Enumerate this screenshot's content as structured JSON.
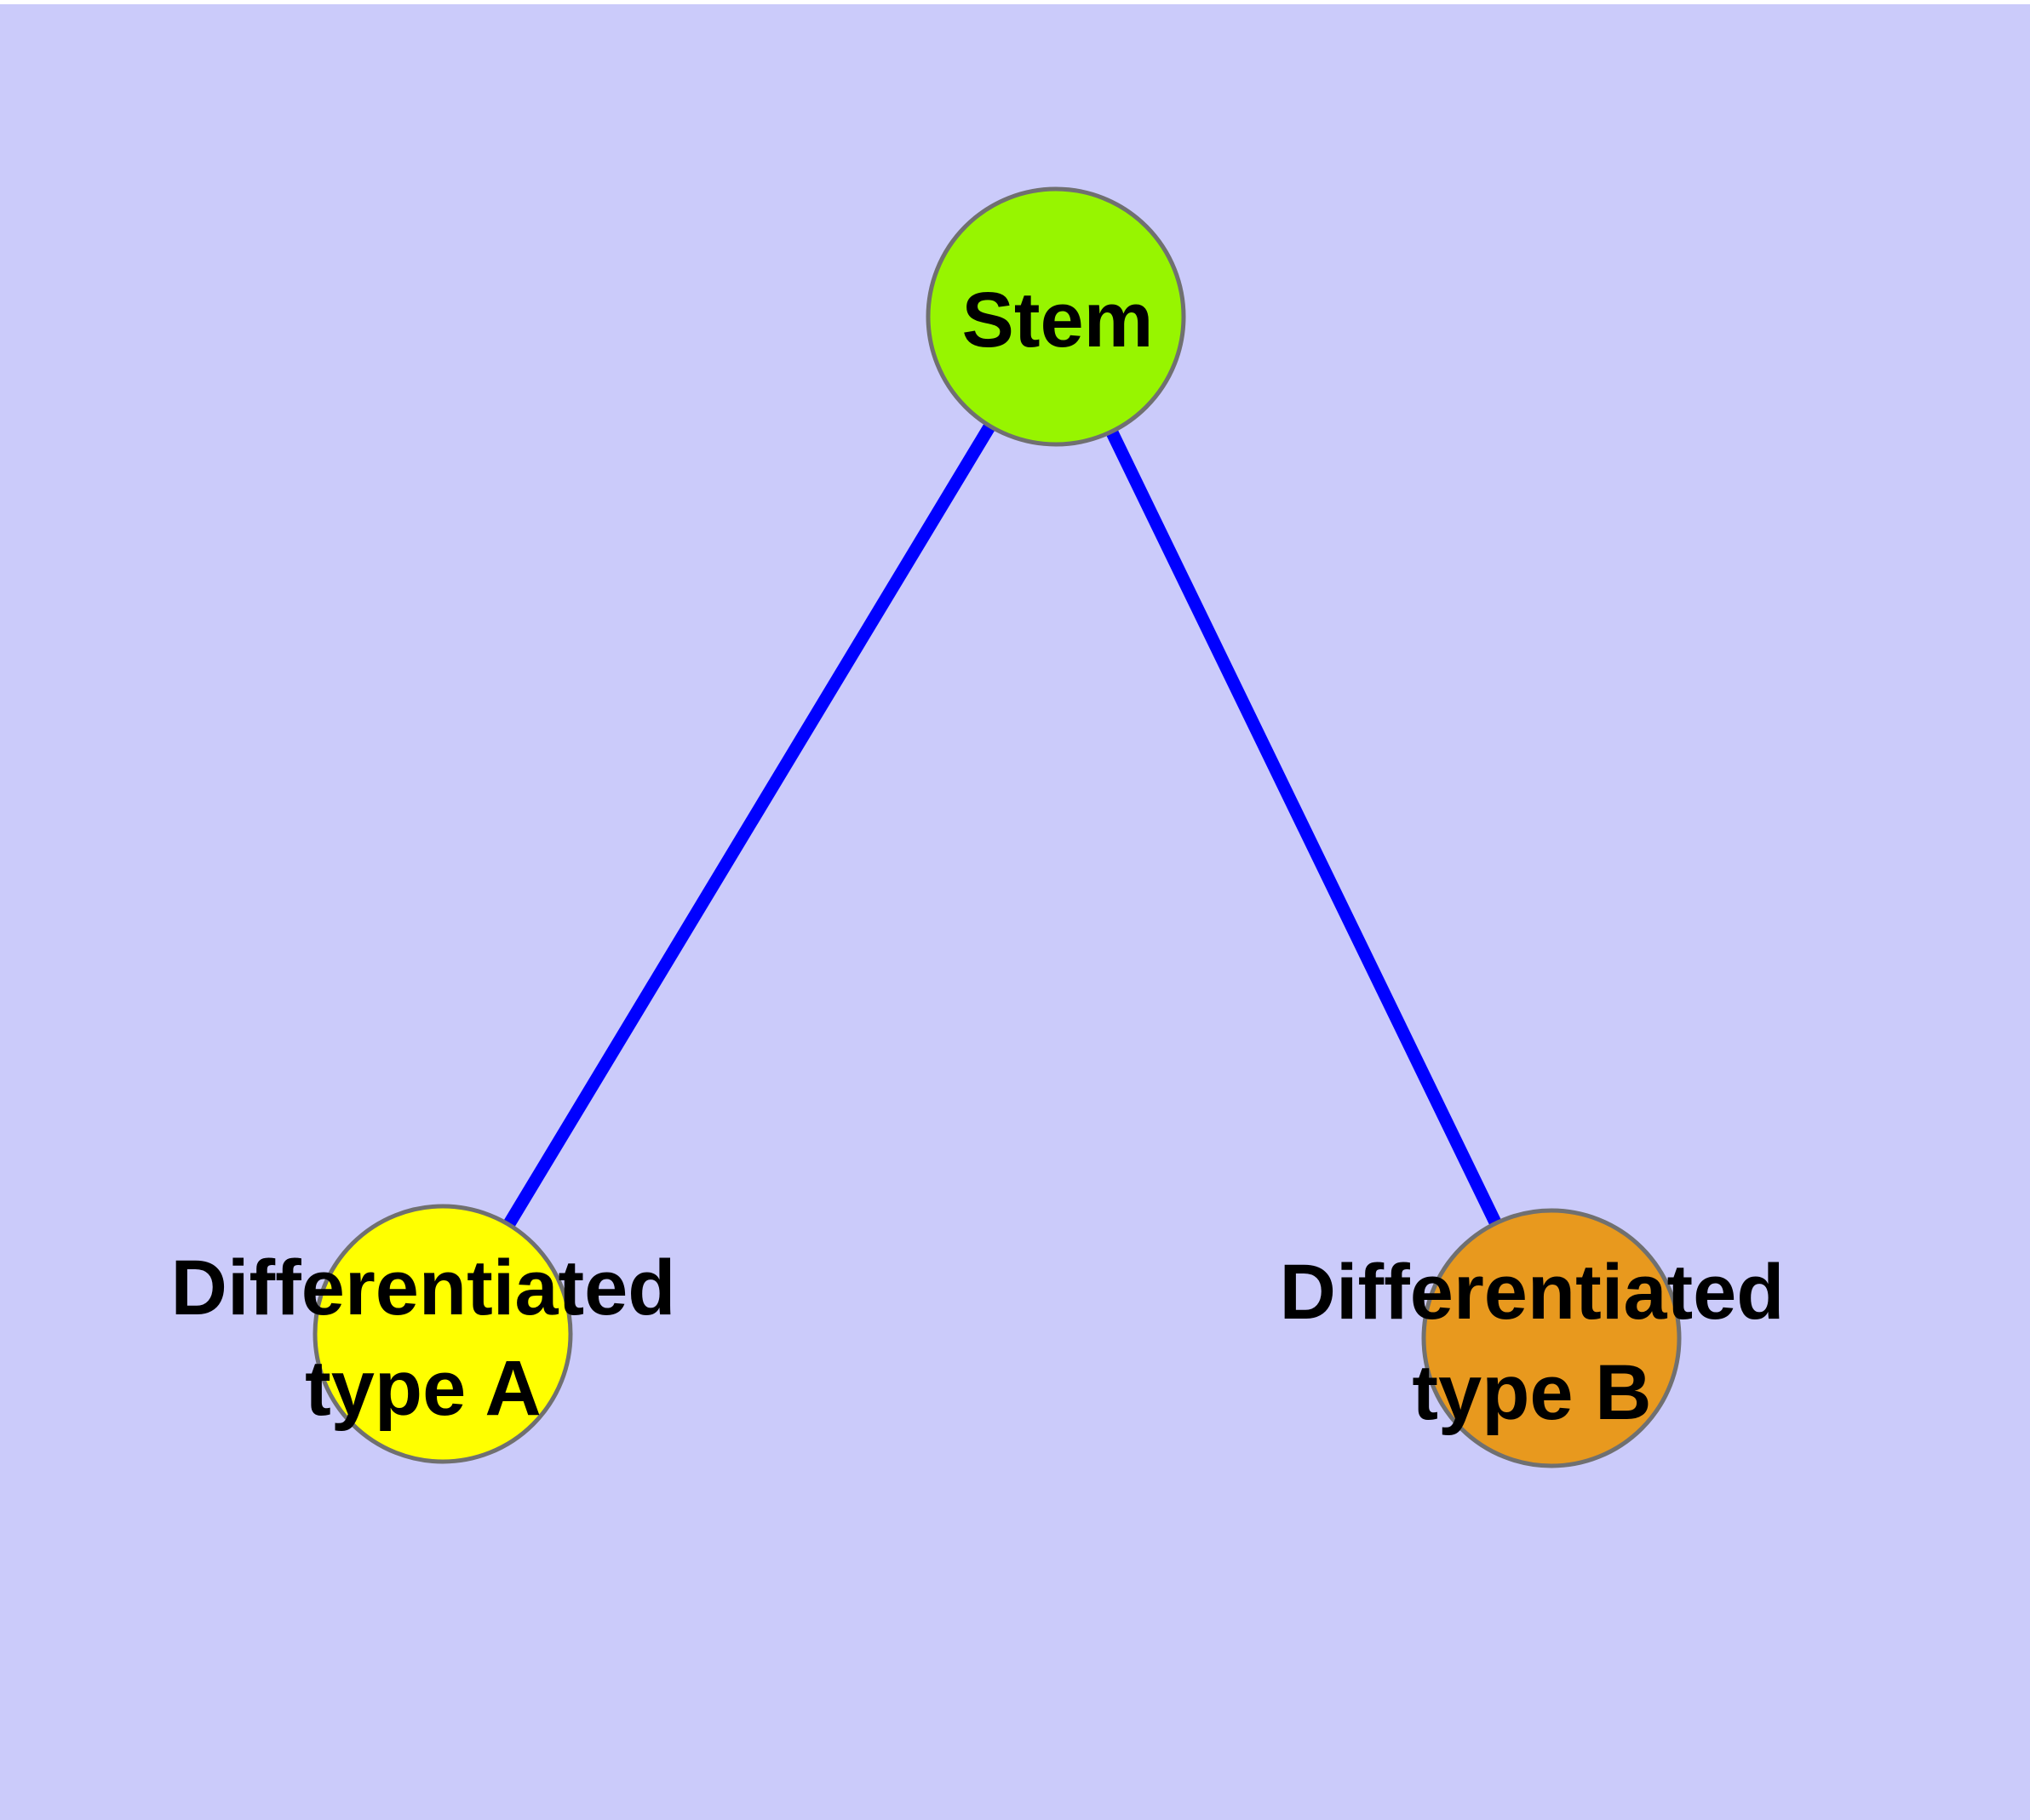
{
  "diagram": {
    "type": "node-link-graph",
    "background_color": "#CBCBFA",
    "top_border_color": "#FFFFFF",
    "text_color": "#000000",
    "node_border_color": "#707070",
    "nodes": [
      {
        "id": "stem",
        "label": "Stem",
        "fill": "#97F500"
      },
      {
        "id": "differentiated-type-a",
        "label": "Differentiated\ntype A",
        "fill": "#FFFF00"
      },
      {
        "id": "differentiated-type-b",
        "label": "Differentiated\ntype B",
        "fill": "#E8991E"
      }
    ],
    "edges": [
      {
        "source": "stem",
        "target": "differentiated-type-a",
        "color": "#0000FF"
      },
      {
        "source": "stem",
        "target": "differentiated-type-b",
        "color": "#0000FF"
      }
    ]
  }
}
